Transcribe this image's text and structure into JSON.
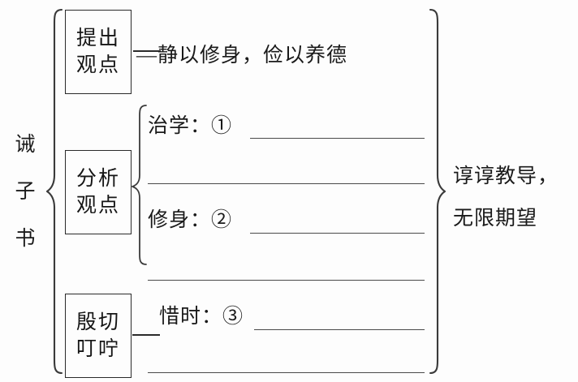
{
  "document": {
    "type": "mind-map-outline",
    "title_vertical": [
      "诫",
      "子",
      "书"
    ],
    "background_color": "#fdfdfd",
    "ink_color": "#1a1a1a"
  },
  "nodes": {
    "propose": {
      "line1": "提出",
      "line2": "观点"
    },
    "analyze": {
      "line1": "分析",
      "line2": "观点"
    },
    "urge": {
      "line1": "殷切",
      "line2": "叮咛"
    }
  },
  "content": {
    "quote": "—静以修身，俭以养德",
    "study_label": "治学：①",
    "cultivate_label": "修身：②",
    "time_label": "惜时：③"
  },
  "conclusion": {
    "line1": "谆谆教导，",
    "line2": "无限期望"
  },
  "blanks": [
    {
      "id": "blank-1",
      "for": "治学：①"
    },
    {
      "id": "blank-2",
      "for": "治学：①"
    },
    {
      "id": "blank-3",
      "for": "修身：②"
    },
    {
      "id": "blank-4",
      "for": "修身：②"
    },
    {
      "id": "blank-5",
      "for": "惜时：③"
    },
    {
      "id": "blank-6",
      "for": "惜时：③"
    }
  ]
}
